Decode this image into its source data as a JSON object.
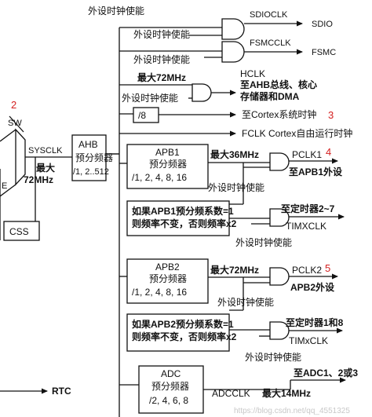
{
  "top": {
    "enable_labels": [
      "外设时钟使能",
      "外设时钟使能",
      "外设时钟使能"
    ],
    "sdioclk": "SDIOCLK",
    "sdio": "SDIO",
    "fsmcclk": "FSMCCLK",
    "fsmc": "FSMC"
  },
  "hclk": {
    "max": "最大72MHz",
    "enable": "外设时钟使能",
    "name": "HCLK",
    "dest_line1": "至AHB总线、核心",
    "dest_line2": "存储器和DMA"
  },
  "cortex": {
    "div": "/8",
    "label": "至Cortex系统时钟",
    "marker": "3",
    "fclk": "FCLK Cortex自由运行时钟"
  },
  "left": {
    "marker": "2",
    "sw": "SW",
    "sysclk": "SYSCLK",
    "max_line1": "最大",
    "max_line2": "72MHz",
    "css": "CSS",
    "e_label": "E"
  },
  "ahb": {
    "name": "AHB",
    "line2": "预分频器",
    "line3": "/1, 2..512"
  },
  "apb1": {
    "name": "APB1",
    "line2": "预分频器",
    "line3": "/1, 2, 4, 8, 16",
    "max": "最大36MHz",
    "pclk": "PCLK1",
    "marker": "4",
    "dest": "至APB1外设",
    "enable": "外设时钟使能",
    "mult_line1": "如果APB1预分频系数=1",
    "mult_line2": "则频率不变，否则频率x2",
    "timer_dest": "至定时器2~7",
    "timxclk": "TIMXCLK",
    "timer_enable": "外设时钟使能"
  },
  "apb2": {
    "name": "APB2",
    "line2": "预分频器",
    "line3": "/1, 2, 4, 8, 16",
    "max": "最大72MHz",
    "pclk": "PCLK2",
    "marker": "5",
    "dest": "APB2外设",
    "enable": "外设时钟使能",
    "mult_line1": "如果APB2预分频系数=1",
    "mult_line2": "则频率不变，否则频率x2",
    "timer_dest": "至定时器1和8",
    "timxclk": "TIMxCLK",
    "timer_enable": "外设时钟使能"
  },
  "adc": {
    "name": "ADC",
    "line2": "预分频器",
    "line3": "/2, 4, 6, 8",
    "dest": "至ADC1、2或3",
    "clk": "ADCCLK",
    "max": "最大14MHz"
  },
  "rtc": "RTC",
  "watermark": "https://blog.csdn.net/qq_4551325",
  "colors": {
    "line": "#111111",
    "marker": "#d42020",
    "watermark": "#c8c8c8"
  }
}
